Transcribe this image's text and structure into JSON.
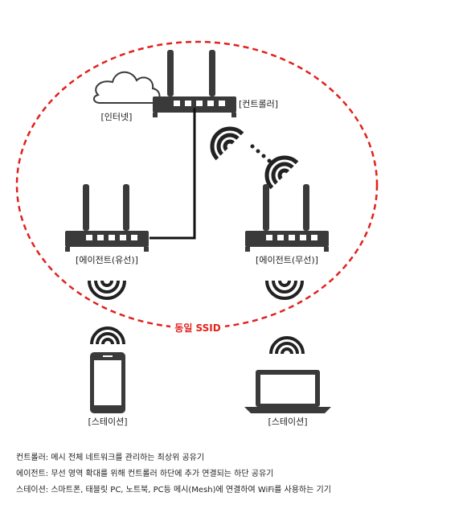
{
  "labels": {
    "internet": "[인터넷]",
    "controller": "[컨트롤러]",
    "agent_wired": "[에이전트(유선)]",
    "agent_wireless": "[에이전트(무선)]",
    "station_phone": "[스테이션]",
    "station_laptop": "[스테이션]",
    "ssid": "동일 SSID"
  },
  "legend": [
    "컨트롤러: 메시 전체 네트워크를 관리하는 최상위 공유기",
    "에이전트: 무선 영역 확대를 위해 컨트롤러 하단에 추가 연결되는 하단 공유기",
    "스테이션: 스마트폰, 태블릿 PC, 노트북, PC등 메시(Mesh)에 연결하여 WiFi를 사용하는 기기"
  ],
  "colors": {
    "device": "#3a3a3a",
    "ssid_ring": "#e0221d"
  },
  "icons": [
    "cloud-icon",
    "router-icon",
    "wifi-icon",
    "smartphone-icon",
    "laptop-icon"
  ]
}
